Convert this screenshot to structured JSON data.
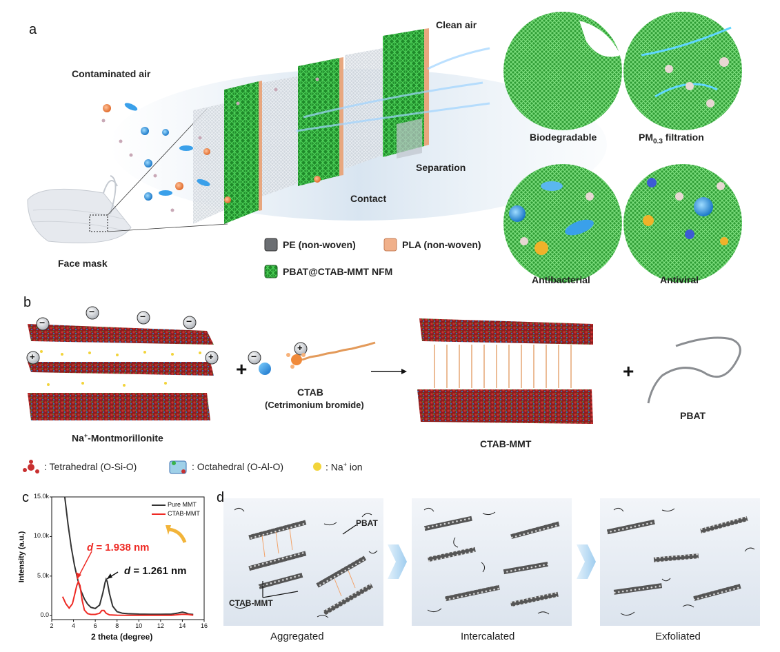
{
  "panels": {
    "a": "a",
    "b": "b",
    "c": "c",
    "d": "d"
  },
  "panel_a": {
    "contaminated_air": "Contaminated air",
    "clean_air": "Clean air",
    "face_mask": "Face mask",
    "contact": "Contact",
    "separation": "Separation",
    "legend": {
      "pe": "PE (non-woven)",
      "pla": "PLA (non-woven)",
      "nfm": "PBAT@CTAB-MMT NFM"
    },
    "circles": {
      "biodegradable": "Biodegradable",
      "pm_base": "PM",
      "pm_sub": "0.3",
      "pm_rest": " filtration",
      "antibacterial": "Antibacterial",
      "antiviral": "Antiviral"
    }
  },
  "panel_b": {
    "na_mmt_pre": "Na",
    "na_mmt_sup": "+",
    "na_mmt_post": "-Montmorillonite",
    "ctab": "CTAB",
    "ctab_full": "(Cetrimonium bromide)",
    "ctab_mmt": "CTAB-MMT",
    "pbat": "PBAT",
    "plus": "+",
    "minus": "−",
    "legend_tetra": ": Tetrahedral (O-Si-O)",
    "legend_octa": ": Octahedral (O-Al-O)",
    "legend_na_pre": ": Na",
    "legend_na_sup": "+",
    "legend_na_post": " ion"
  },
  "panel_c": {
    "xlabel": "2 theta (degree)",
    "ylabel": "Intensity (a.u.)",
    "legend": [
      "Pure MMT",
      "CTAB-MMT"
    ],
    "ann_red_d": "d",
    "ann_red_val": " = 1.938 nm",
    "ann_black_d": "d",
    "ann_black_val": " = 1.261 nm",
    "xticks": [
      "2",
      "4",
      "6",
      "8",
      "10",
      "12",
      "14",
      "16"
    ],
    "yticks": [
      "0.0",
      "5.0k",
      "10.0k",
      "15.0k"
    ]
  },
  "chart_data": {
    "type": "line",
    "xlabel": "2 theta (degree)",
    "ylabel": "Intensity (a.u.)",
    "xlim": [
      2,
      16
    ],
    "ylim": [
      -500,
      15000
    ],
    "colors": {
      "Pure MMT": "#333333",
      "CTAB-MMT": "#ee2a24"
    },
    "series": [
      {
        "name": "Pure MMT",
        "x": [
          3.2,
          3.5,
          3.8,
          4.1,
          4.4,
          4.7,
          5.0,
          5.3,
          5.6,
          6.0,
          6.4,
          6.7,
          6.9,
          7.0,
          7.1,
          7.3,
          7.6,
          8.0,
          8.5,
          9.0,
          10,
          11,
          12,
          13,
          13.5,
          14,
          14.3,
          14.6,
          15
        ],
        "y": [
          15000,
          11500,
          8600,
          6300,
          4500,
          3100,
          2100,
          1450,
          1050,
          900,
          1350,
          2900,
          4200,
          4600,
          4300,
          2800,
          1200,
          500,
          300,
          250,
          200,
          180,
          170,
          200,
          300,
          450,
          350,
          200,
          150
        ]
      },
      {
        "name": "CTAB-MMT",
        "x": [
          3.0,
          3.3,
          3.6,
          3.9,
          4.1,
          4.3,
          4.45,
          4.6,
          4.8,
          5.0,
          5.3,
          5.6,
          6.0,
          6.4,
          6.6,
          6.8,
          7.0,
          7.3,
          8,
          9,
          10,
          11,
          12,
          13,
          14,
          14.5,
          15
        ],
        "y": [
          2400,
          1500,
          950,
          1500,
          2600,
          3800,
          4300,
          3800,
          1900,
          700,
          250,
          150,
          150,
          300,
          650,
          650,
          300,
          100,
          60,
          50,
          40,
          40,
          40,
          40,
          180,
          150,
          60
        ]
      }
    ],
    "annotations": [
      "d = 1.938 nm",
      "d = 1.261 nm"
    ]
  },
  "panel_d": {
    "aggregated": "Aggregated",
    "intercalated": "Intercalated",
    "exfoliated": "Exfoliated",
    "pbat": "PBAT",
    "ctab_mmt": "CTAB-MMT"
  }
}
